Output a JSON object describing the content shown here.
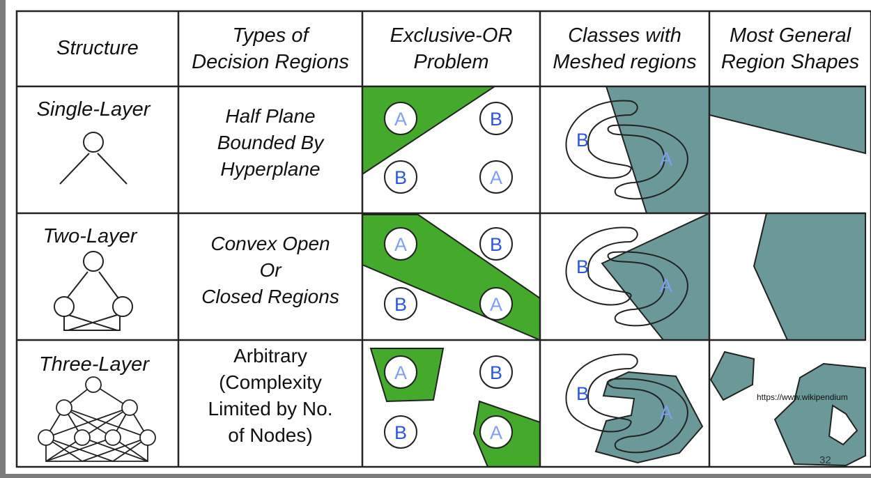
{
  "headers": {
    "structure": "Structure",
    "types": "Types of\nDecision Regions",
    "xor": "Exclusive-OR\nProblem",
    "meshed": "Classes with\nMeshed regions",
    "general": "Most General\nRegion Shapes"
  },
  "rows": [
    {
      "structure": "Single-Layer",
      "region": "Half Plane\nBounded By\nHyperplane"
    },
    {
      "structure": "Two-Layer",
      "region": "Convex Open\nOr\nClosed Regions"
    },
    {
      "structure": "Three-Layer",
      "region": "Arbitrary\n(Complexity\nLimited by No.\nof Nodes)"
    }
  ],
  "class_labels": {
    "a": "A",
    "b": "B"
  },
  "watermark": "https://www.wikipendium",
  "page_number": "32",
  "colors": {
    "green": "#44aa2c",
    "teal": "#6b9898",
    "label_blue": "#2a56e0",
    "label_light_blue": "#7f9ff0",
    "border": "#222222"
  }
}
